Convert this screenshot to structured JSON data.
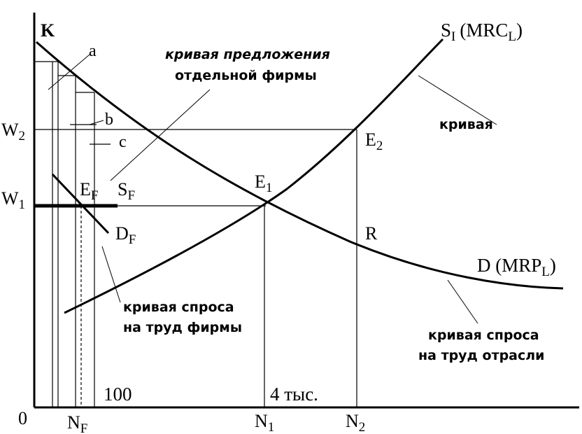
{
  "axes": {
    "origin": "0",
    "x_ticks": {
      "nf": "N",
      "nf_sub": "F",
      "n1": "N",
      "n1_sub": "1",
      "n2": "N",
      "n2_sub": "2"
    },
    "y_ticks": {
      "w1": "W",
      "w1_sub": "1",
      "w2": "W",
      "w2_sub": "2"
    }
  },
  "points": {
    "k": "K",
    "a": "a",
    "b": "b",
    "c": "c",
    "e1": "E",
    "e1_sub": "1",
    "e2": "E",
    "e2_sub": "2",
    "ef": "E",
    "ef_sub": "F",
    "r": "R"
  },
  "curve_labels": {
    "supply_industry": "S",
    "supply_industry_sub": "I",
    "supply_industry_paren": "(MRC",
    "supply_industry_paren_sub": "L",
    "supply_industry_close": ")",
    "demand_industry": "D (MRP",
    "demand_industry_sub": "L",
    "demand_industry_close": ")",
    "supply_firm": "S",
    "supply_firm_sub": "F",
    "demand_firm": "D",
    "demand_firm_sub": "F"
  },
  "annotations": {
    "firm_supply_line1": "кривая предложения",
    "firm_supply_line2": "отдельной фирмы",
    "kriv": "кривая",
    "firm_demand_line1": "кривая спроса",
    "firm_demand_line2": "на труд фирмы",
    "industry_demand_line1": "кривая спроса",
    "industry_demand_line2": "на труд отрасли",
    "qty_100": "100",
    "qty_4k": "4 тыс."
  }
}
